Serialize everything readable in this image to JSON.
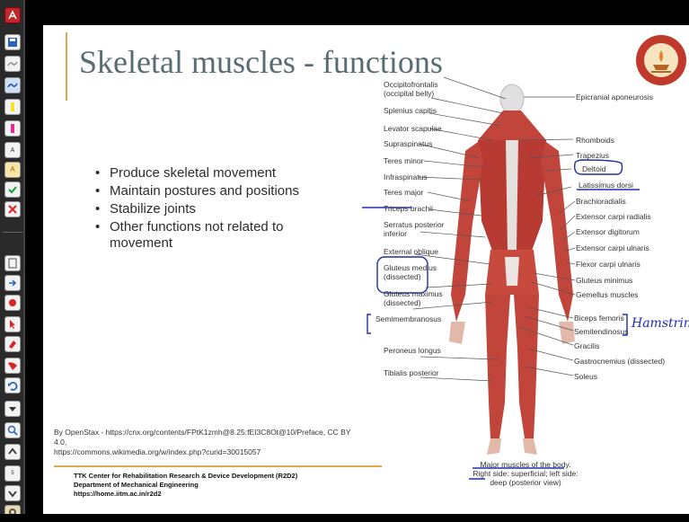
{
  "slide": {
    "title": "Skeletal muscles - functions",
    "bullets": [
      "Produce skeletal movement",
      "Maintain postures and positions",
      "Stabilize joints",
      "Other functions not related to movement"
    ],
    "credit_line1": "By OpenStax - https://cnx.org/contents/FPtK1zmh@8.25:fEI3C8Ot@10/Preface, CC BY 4.0,",
    "credit_line2": "https://commons.wikimedia.org/w/index.php?curid=30015057",
    "footer_line1": "TTK Center for Rehabilitation Research & Device Development (R2D2)",
    "footer_line2": "Department of Mechanical Engineering",
    "footer_line3": "https://home.iitm.ac.in/r2d2"
  },
  "figure": {
    "left_labels": [
      "Occipitofrontalis",
      "(occipital belly)",
      "Splenius capitis",
      "Levator scapulae",
      "Supraspinatus",
      "Teres minor",
      "Infraspinatus",
      "Teres major",
      "Triceps brachii",
      "Serratus posterior",
      "inferior",
      "External oblique",
      "Gluteus medius",
      "(dissected)",
      "Gluteus maximus",
      "(dissected)",
      "Semimembranosus",
      "Peroneus longus",
      "Tibialis posterior"
    ],
    "right_labels": [
      "Epicranial aponeurosis",
      "Rhomboids",
      "Trapezius",
      "Deltoid",
      "Latissimus dorsi",
      "Brachioradialis",
      "Extensor carpi radialis",
      "Extensor digitorum",
      "Extensor carpi ulnaris",
      "Flexor carpi ulnaris",
      "Gluteus minimus",
      "Gemellus muscles",
      "Biceps femoris",
      "Semitendinosus",
      "Gracilis",
      "Gastrocnemius (dissected)",
      "Soleus"
    ],
    "annotation": "Hamstrings",
    "caption_line1": "Major muscles of the body.",
    "caption_line2": "Right side: superficial; left side:",
    "caption_line3": "deep (posterior view)"
  },
  "colors": {
    "title": "#586c73",
    "accent_line": "#e3a64e",
    "annotation_ink": "#1f2fb0",
    "muscle": "#c2453b"
  },
  "toolbar_icons": [
    "app-logo-icon",
    "save-icon",
    "pen-grey-icon",
    "pen-blue-icon",
    "highlighter-yellow-icon",
    "highlighter-pink-icon",
    "text-small-icon",
    "text-large-icon",
    "check-icon",
    "close-icon",
    "page-icon",
    "import-icon",
    "hand-icon",
    "pointer-icon",
    "eraser-icon",
    "shapes-icon",
    "undo-icon",
    "dropdown-icon",
    "zoom-icon",
    "up-icon",
    "page-number-icon",
    "down-icon",
    "settings-icon"
  ]
}
